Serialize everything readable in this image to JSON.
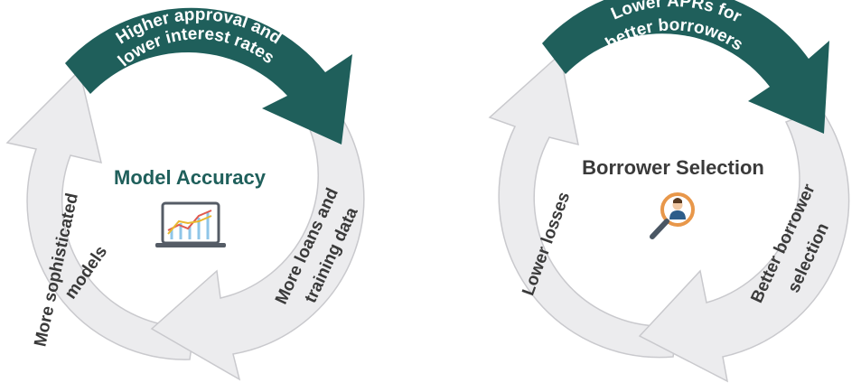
{
  "colors": {
    "dark_arrow": "#1f5f5b",
    "light_arrow": "#ececee",
    "light_arrow_stroke": "#c9c9cd",
    "dark_text": "#ffffff",
    "light_text": "#3a3a3a",
    "title_left": "#1f5f5b",
    "title_right": "#3a3a3a"
  },
  "left_cycle": {
    "title": "Model Accuracy",
    "icon": "laptop-chart-icon",
    "top_arrow": {
      "line1": "Higher approval and",
      "line2": "lower interest rates"
    },
    "right_arrow": {
      "line1": "More loans and",
      "line2": "training data"
    },
    "left_arrow": {
      "line1": "More sophisticated",
      "line2": "models"
    }
  },
  "right_cycle": {
    "title": "Borrower Selection",
    "icon": "magnifier-person-icon",
    "top_arrow": {
      "line1": "Lower APRs for",
      "line2": "better borrowers"
    },
    "right_arrow": {
      "line1": "Better borrower",
      "line2": "selection"
    },
    "left_arrow": {
      "line1": "Lower losses"
    }
  }
}
